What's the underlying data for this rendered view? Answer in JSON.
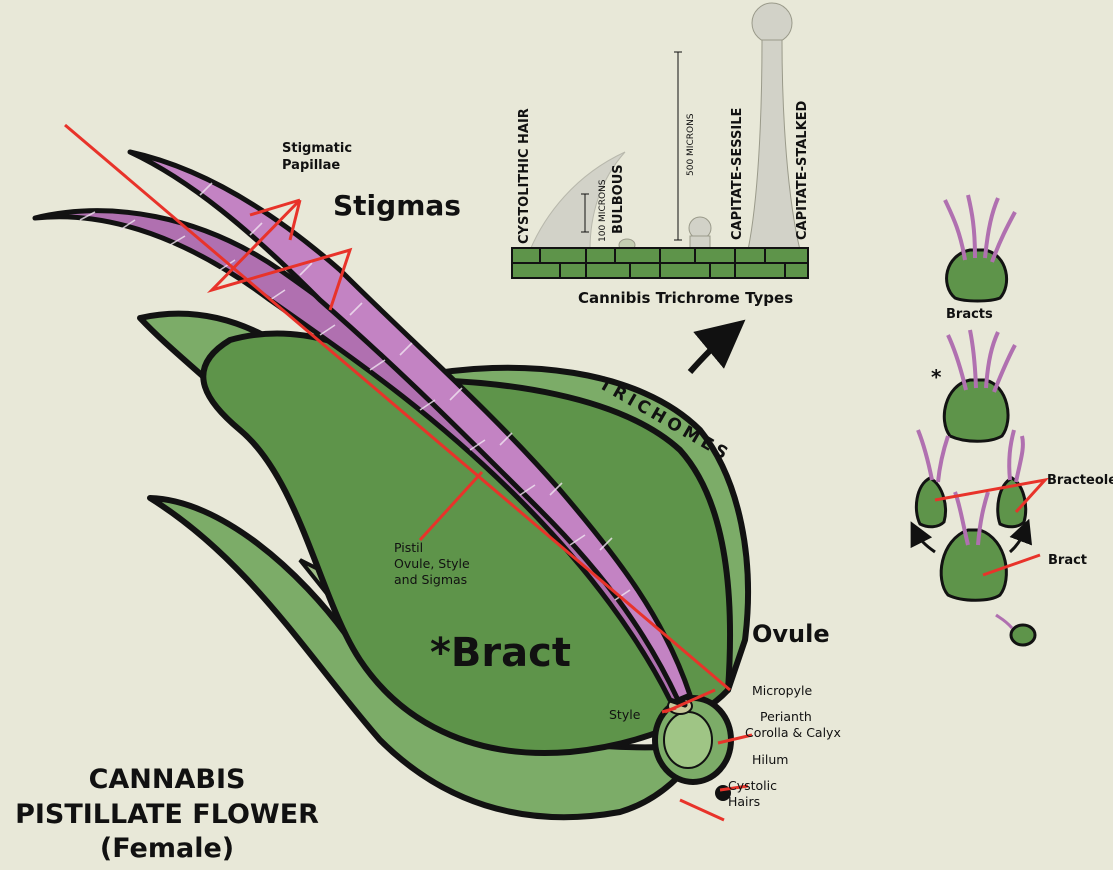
{
  "title": {
    "line1": "CANNABIS",
    "line2": "PISTILLATE FLOWER",
    "line3": "(Female)"
  },
  "parts": {
    "stigmatic_papillae_line1": "Stigmatic",
    "stigmatic_papillae_line2": "Papillae",
    "stigmas": "Stigmas",
    "trichomes": "TRICHOMES",
    "pistil_line1": "Pistil",
    "pistil_line2": "Ovule, Style",
    "pistil_line3": "and Sigmas",
    "bract": "*Bract",
    "ovule": "Ovule",
    "micropyle": "Micropyle",
    "style": "Style",
    "perianth_line1": "Perianth",
    "perianth_line2": "Corolla & Calyx",
    "hilum": "Hilum",
    "cystolic_line1": "Cystolic",
    "cystolic_line2": "Hairs"
  },
  "trichome_panel": {
    "caption": "Cannibis Trichrome Types",
    "types": [
      "CYSTOLITHIC HAIR",
      "BULBOUS",
      "CAPITATE-SESSILE",
      "CAPITATE-STALKED"
    ],
    "scale_100": "100 MICRONS",
    "scale_500": "500 MICRONS"
  },
  "side_panel": {
    "bracts": "Bracts",
    "asterisk": "*",
    "bracteole": "Bracteole",
    "bract": "Bract"
  },
  "colors": {
    "background": "#e8e8d8",
    "bract_green": "#5e944a",
    "light_green": "#7cac68",
    "stigma_purple": "#b070b0",
    "pointer_red": "#e8332a",
    "outline": "#121212"
  }
}
